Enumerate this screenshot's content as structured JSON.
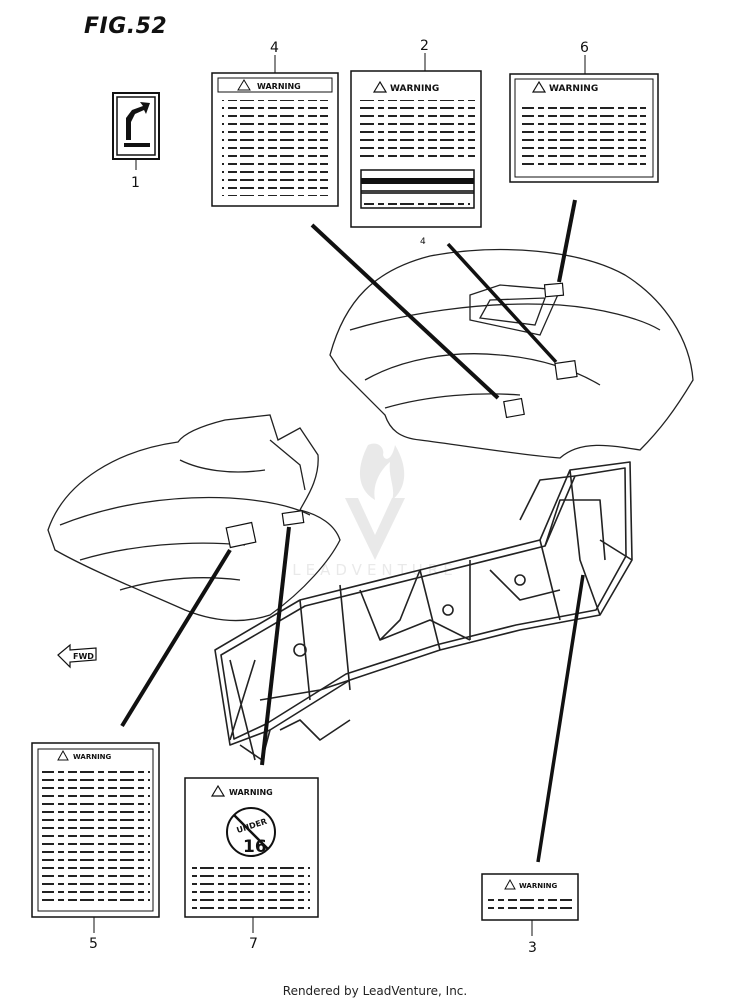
{
  "figure": {
    "title": "FIG.52"
  },
  "callouts": {
    "c1": "1",
    "c2": "2",
    "c3": "3",
    "c4": "4",
    "c5": "5",
    "c6": "6",
    "c7": "7",
    "c8": "4"
  },
  "labels": {
    "warning_2": "WARNING",
    "warning_3": "WARNING",
    "warning_4": "WARNING",
    "warning_5": "WARNING",
    "warning_6": "WARNING",
    "warning_7": "WARNING",
    "age_number": "16",
    "age_text": "UNDER",
    "fwd": "FWD"
  },
  "watermark": {
    "text": "LEADVENTURE"
  },
  "footer": {
    "text": "Rendered by LeadVenture, Inc."
  }
}
